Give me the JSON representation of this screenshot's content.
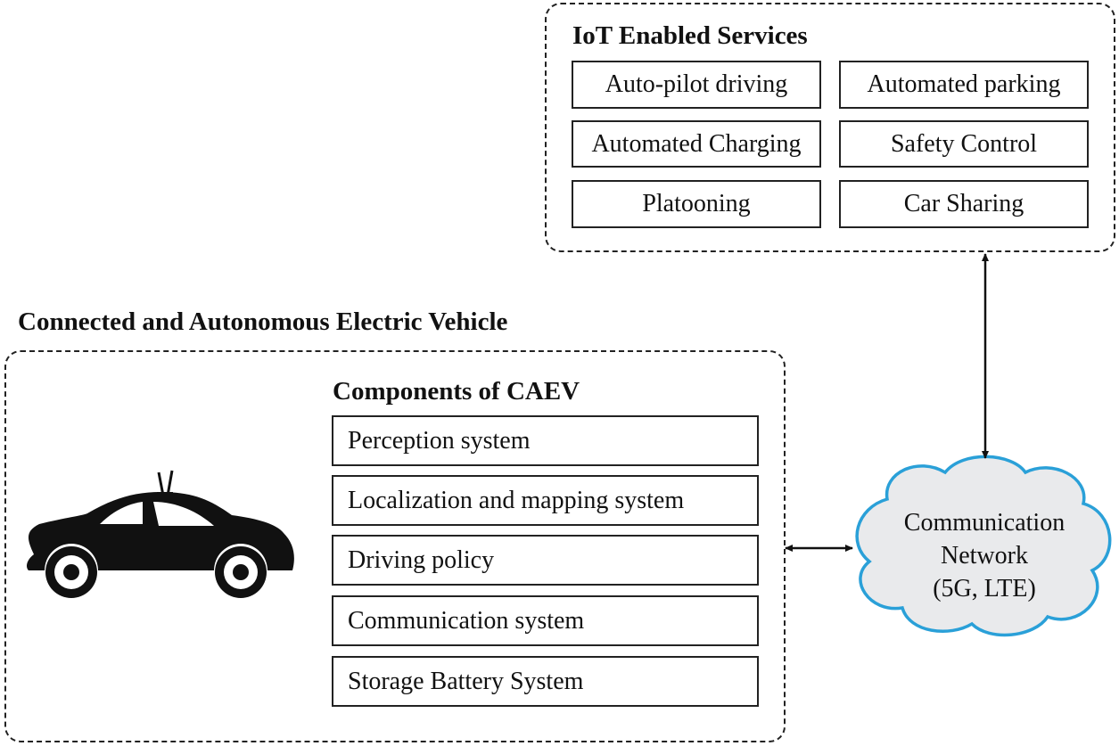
{
  "iot_services": {
    "title": "IoT Enabled Services",
    "items": [
      "Auto-pilot driving",
      "Automated parking",
      "Automated Charging",
      "Safety Control",
      "Platooning",
      "Car Sharing"
    ]
  },
  "caev": {
    "title": "Connected and Autonomous Electric Vehicle",
    "components_title": "Components of CAEV",
    "components": [
      "Perception system",
      "Localization and mapping system",
      "Driving policy",
      "Communication system",
      "Storage Battery System"
    ]
  },
  "network": {
    "line1": "Communication",
    "line2": "Network",
    "line3": "(5G, LTE)",
    "cloud_border_color": "#2aa0d8",
    "cloud_fill_color": "#e9eaec"
  },
  "icons": {
    "vehicle": "car-icon"
  }
}
